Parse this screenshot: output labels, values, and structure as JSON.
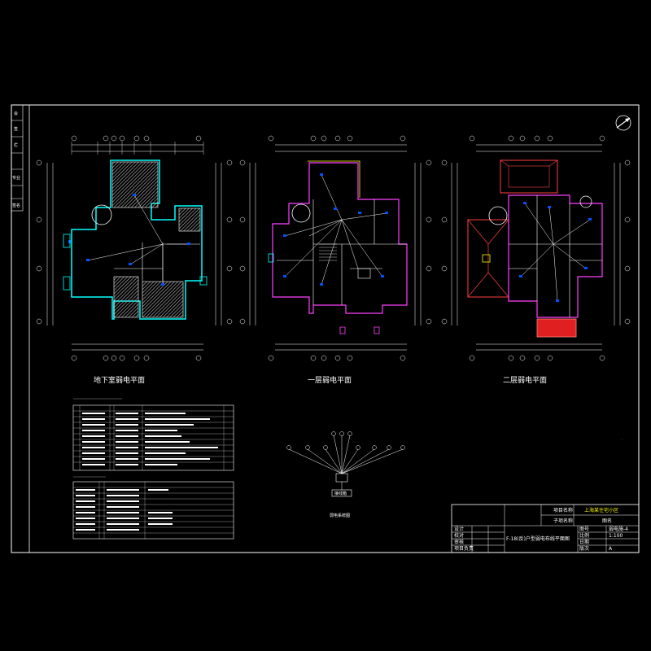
{
  "drawing": {
    "plans": [
      {
        "id": "basement",
        "title": "地下室弱电平面"
      },
      {
        "id": "floor1",
        "title": "一层弱电平面"
      },
      {
        "id": "floor2",
        "title": "二层弱电平面"
      }
    ],
    "system_diagram": {
      "caption": "弱电系统图",
      "box_label": "接线箱"
    },
    "title_block": {
      "project_label": "项目名称",
      "project_value": "上海某住宅小区",
      "subitem_label": "子项名称",
      "drawing_label": "图名",
      "drawing_name": "F-18(反)户型弱电布线平面图",
      "rows": [
        {
          "label": "设计",
          "value": ""
        },
        {
          "label": "校对",
          "value": ""
        },
        {
          "label": "审核",
          "value": ""
        },
        {
          "label": "项目负责",
          "value": ""
        }
      ],
      "right_rows": [
        {
          "label": "图号",
          "value": "弱电施-4"
        },
        {
          "label": "比例",
          "value": "1:100"
        },
        {
          "label": "日期",
          "value": ""
        },
        {
          "label": "版次",
          "value": "A"
        }
      ]
    },
    "side_strip": [
      "会",
      "签",
      "栏",
      "",
      "专业",
      "",
      "签名"
    ]
  }
}
